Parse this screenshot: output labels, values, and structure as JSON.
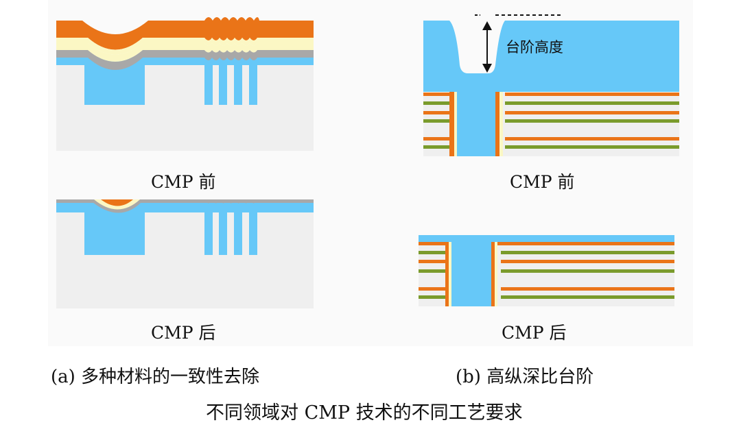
{
  "figure": {
    "panel_a": {
      "before_label": "CMP 前",
      "after_label": "CMP 后",
      "caption": "(a)  多种材料的一致性去除"
    },
    "panel_b": {
      "before_label": "CMP 前",
      "after_label": "CMP 后",
      "step_annotation": "台阶高度",
      "caption": "(b)  高纵深比台阶"
    },
    "title": "不同领域对 CMP 技术的不同工艺要求"
  },
  "colors": {
    "substrate": "#efefef",
    "dielectric_blue": "#66c8f8",
    "copper_orange": "#ea7418",
    "liner_cream": "#fbf7c4",
    "barrier_gray": "#a8a8a8",
    "line_green": "#7a9b2c"
  }
}
